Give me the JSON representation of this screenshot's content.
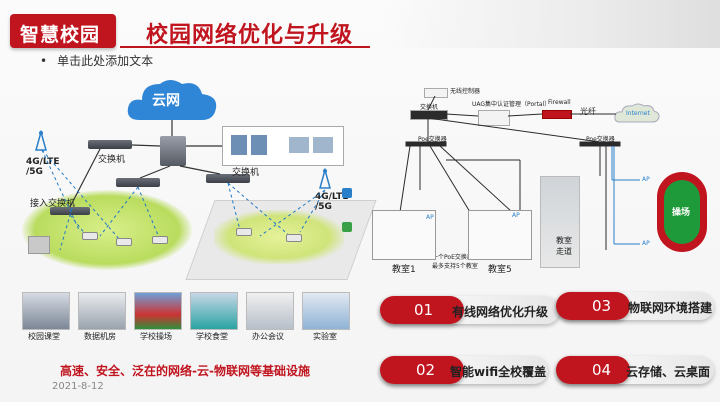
{
  "header": {
    "brand": "智慧校园",
    "title": "校园网络优化与升级"
  },
  "bullet": "单击此处添加文本",
  "left_diagram": {
    "cloud_label": "云网",
    "labels": {
      "switch_top": "交换机",
      "switch_right": "交换机",
      "lte_left": "4G/LTE\n/5G",
      "lte_right": "4G/LTE\n/5G",
      "access_switch": "接入交换机"
    }
  },
  "photos": [
    {
      "label": "校园课堂"
    },
    {
      "label": "数据机房"
    },
    {
      "label": "学校操场"
    },
    {
      "label": "学校食堂"
    },
    {
      "label": "办公会议"
    },
    {
      "label": "实验室"
    }
  ],
  "slogan": "高速、安全、泛在的网络-云-物联网等基础设施",
  "date": "2021-8-12",
  "right_diagram": {
    "labels": {
      "wireless_controller": "无线控制器",
      "switch": "交换机",
      "uag": "UAG集中认证管理（Portal）",
      "firewall": "Firewall",
      "fiber": "光纤",
      "internet": "Internet",
      "poe_left": "Poe交换器",
      "poe_right": "Poe交换器",
      "poe_note": "一个PoE交换器\n最多支持5个教室",
      "room1": "教室1",
      "room5": "教室5",
      "corridor": "教室\n走道",
      "field": "操场",
      "ap": "AP"
    }
  },
  "features": [
    {
      "num": "01",
      "text": "有线网络优化升级"
    },
    {
      "num": "03",
      "text": "物联网环境搭建"
    },
    {
      "num": "02",
      "text": "智能wifi全校覆盖"
    },
    {
      "num": "04",
      "text": "云存储、云桌面"
    }
  ],
  "colors": {
    "accent": "#c0151f",
    "wifi": "#1e78c8",
    "field": "#1f9a3a"
  }
}
